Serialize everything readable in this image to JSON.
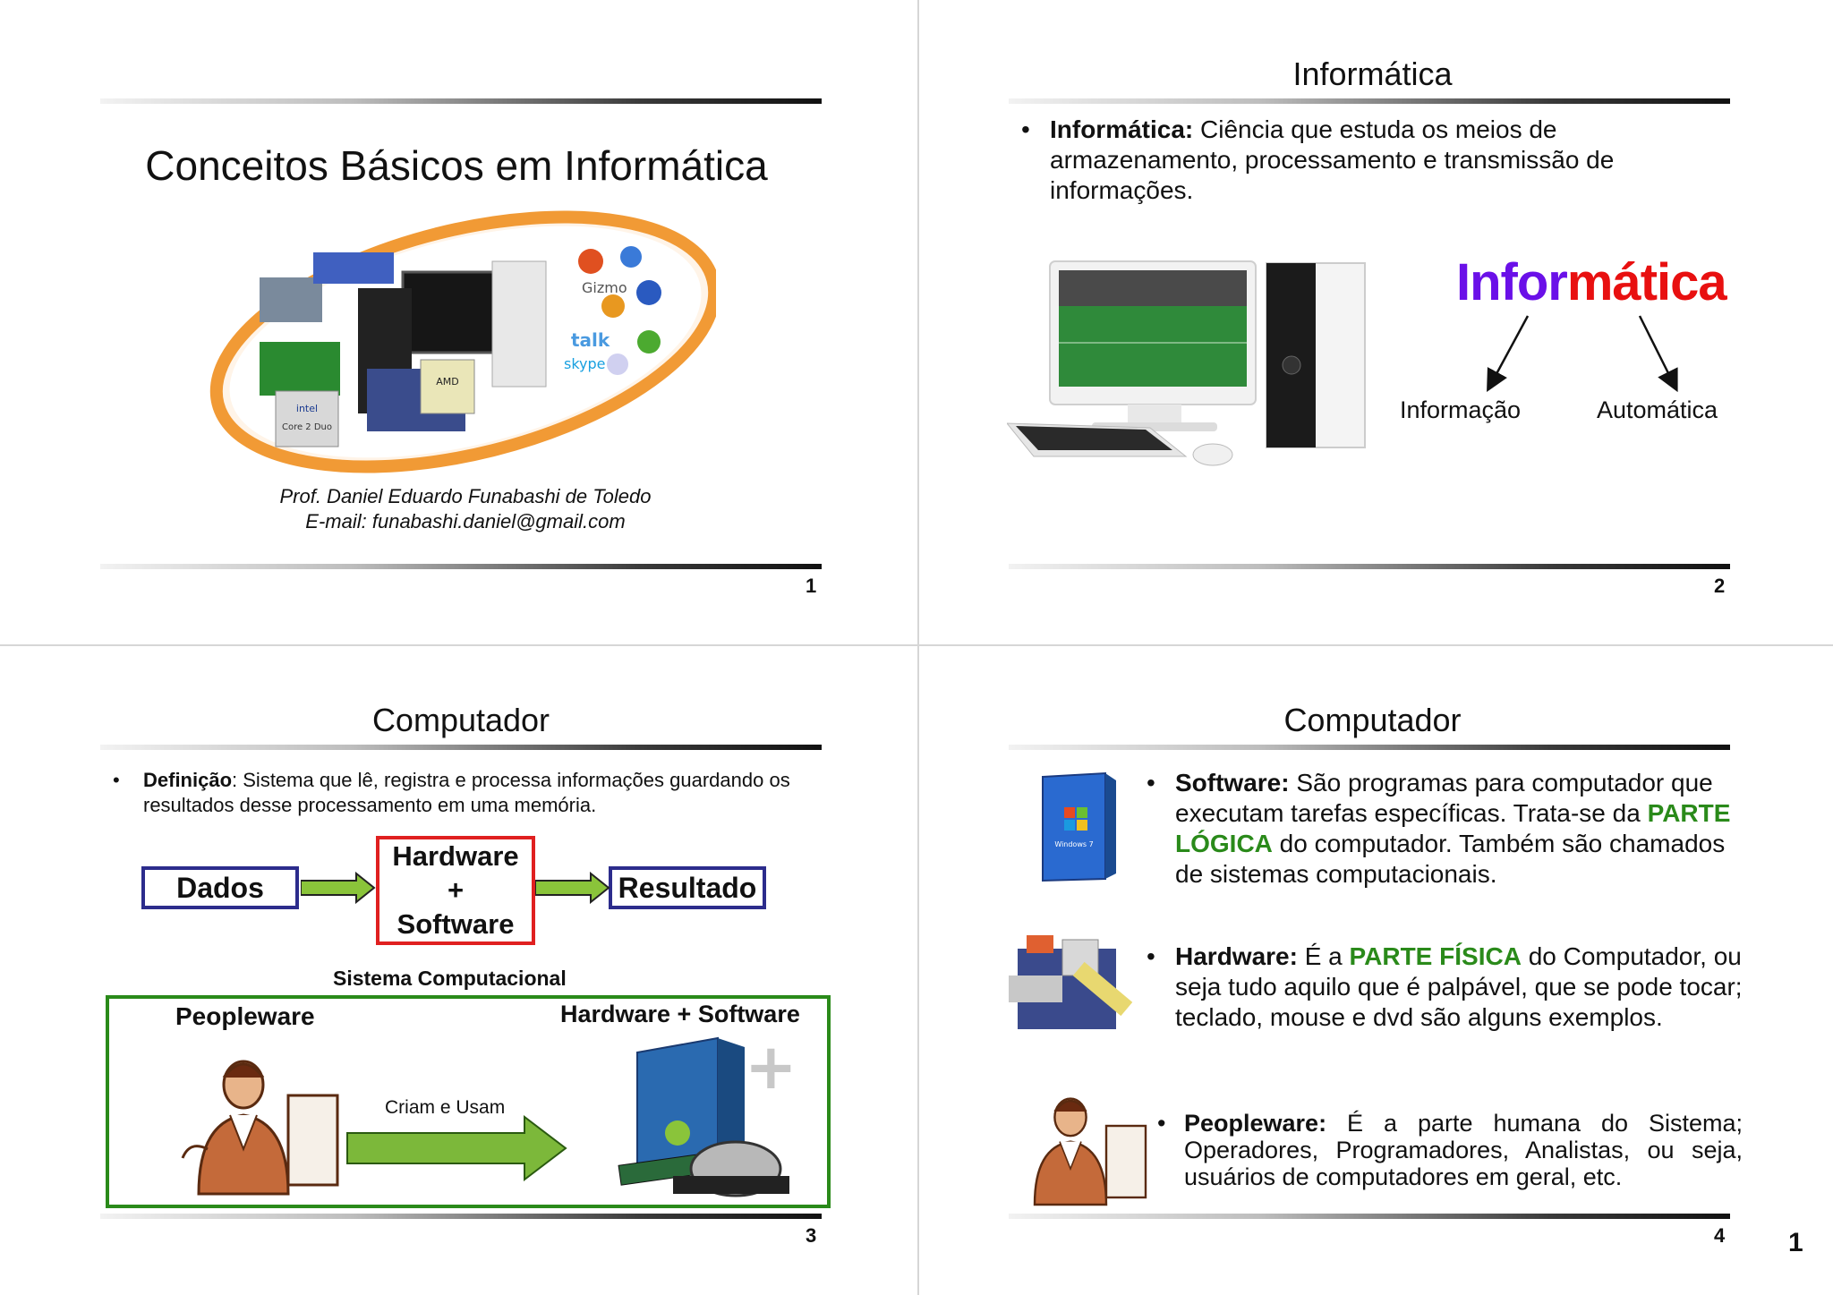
{
  "page_number": "1",
  "slides": {
    "s1": {
      "title": "Conceitos Básicos em Informática",
      "author": "Prof. Daniel Eduardo Funabashi de Toledo",
      "email": "E-mail: funabashi.daniel@gmail.com",
      "num": "1",
      "image_labels": {
        "gizmo": "Gizmo",
        "talk": "talk",
        "skype": "skype",
        "intel": "intel",
        "core": "Core 2 Duo",
        "amd": "AMD"
      }
    },
    "s2": {
      "title": "Informática",
      "bullet_bold": "Informática:",
      "bullet_text": " Ciência que estuda os meios de armazenamento, processamento e transmissão de informações.",
      "big_word_part1": "Infor",
      "big_word_part2": "mática",
      "left_label": "Informação",
      "right_label": "Automática",
      "num": "2",
      "colors": {
        "part1": "#6a10e8",
        "part2": "#e81010"
      }
    },
    "s3": {
      "title": "Computador",
      "def_bold": "Definição",
      "def_text": ": Sistema que lê, registra e processa informações guardando os resultados desse processamento em uma memória.",
      "box_dados": "Dados",
      "box_hw_1": "Hardware",
      "box_hw_2": "+",
      "box_hw_3": "Software",
      "box_resultado": "Resultado",
      "sistema_label": "Sistema Computacional",
      "peopleware_label": "Peopleware",
      "hwsw_label": "Hardware + Software",
      "criam_label": "Criam e Usam",
      "num": "3",
      "colors": {
        "dados_border": "#2c2c8c",
        "hw_border": "#e02020",
        "system_border": "#2a8a1a",
        "arrow": "#8ac43a"
      }
    },
    "s4": {
      "title": "Computador",
      "software_bold": "Software:",
      "software_text1": " São programas para computador que executam tarefas específicas.  Trata-se da ",
      "software_green": "PARTE LÓGICA",
      "software_text2": " do computador. Também são chamados de sistemas computacionais.",
      "hardware_bold": "Hardware:",
      "hardware_text1": " É a ",
      "hardware_green": "PARTE FÍSICA",
      "hardware_text2": " do Computador, ou seja tudo aquilo que é palpável, que se pode tocar; teclado, mouse e dvd são alguns exemplos.",
      "peopleware_bold": "Peopleware:",
      "peopleware_text": " É a parte humana do Sistema; Operadores, Programadores, Analistas, ou seja, usuários de computadores em geral, etc.",
      "num": "4",
      "box_text": "Windows 7"
    }
  }
}
